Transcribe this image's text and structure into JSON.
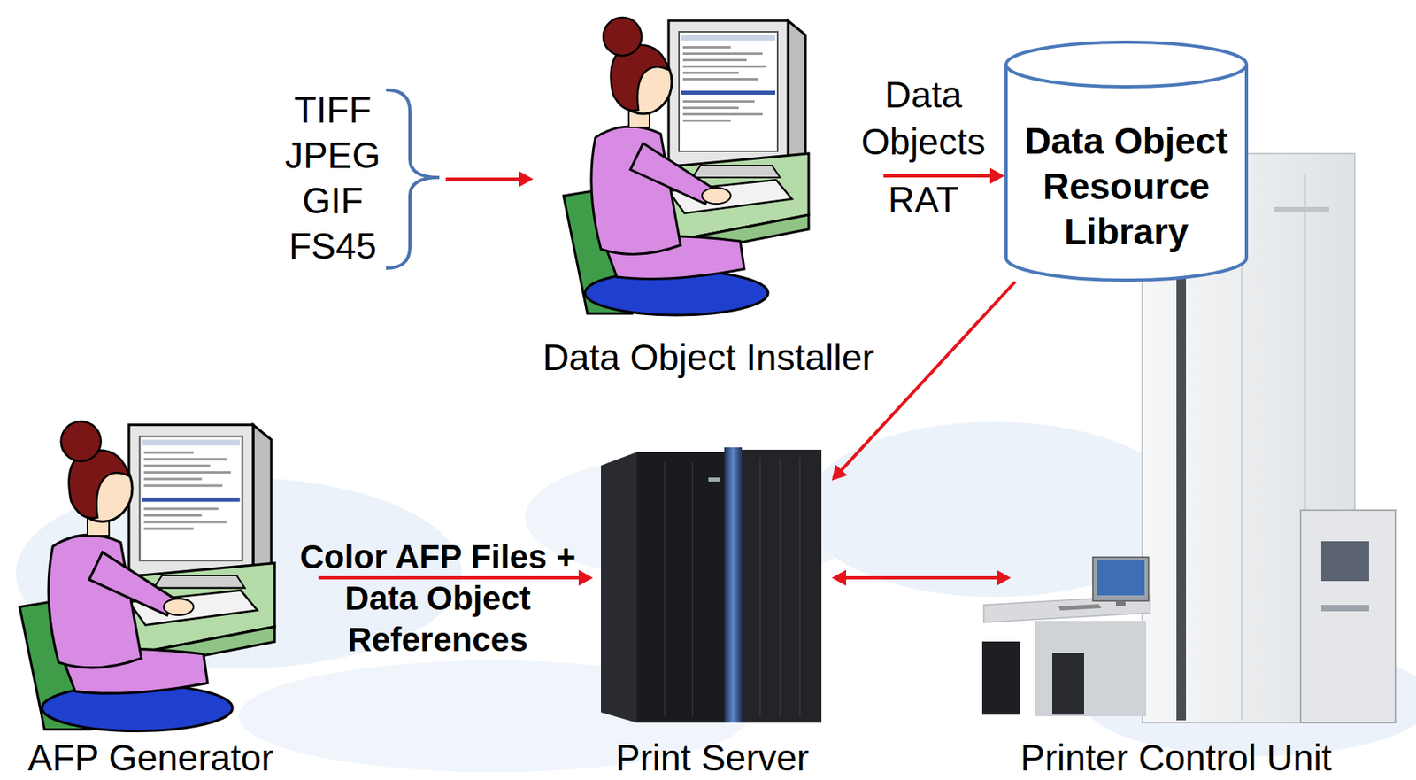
{
  "diagram": {
    "nodes": [
      {
        "text": [
          "TIFF",
          "JPEG",
          "GIF",
          "FS45"
        ]
      },
      {
        "text": [
          "Data Object Installer"
        ]
      },
      {
        "text": [
          "Data Object Resource Library"
        ]
      },
      {
        "text": [
          "AFP Generator"
        ]
      },
      {
        "text": [
          "Print Server"
        ]
      },
      {
        "text": [
          "Printer Control Unit"
        ]
      }
    ],
    "edges": [
      {
        "from": 0,
        "to": 1,
        "arrow": "to"
      },
      {
        "from": 1,
        "to": 2,
        "arrow": "to",
        "label": "Data Objects"
      },
      {
        "from": 2,
        "to": 4,
        "arrow": "to"
      },
      {
        "from": 3,
        "to": 4,
        "arrow": "to",
        "label": "Color AFP Files + Data Object References"
      },
      {
        "from": 4,
        "to": 5,
        "arrow": "both"
      }
    ],
    "labels": [
      "RAT"
    ]
  }
}
